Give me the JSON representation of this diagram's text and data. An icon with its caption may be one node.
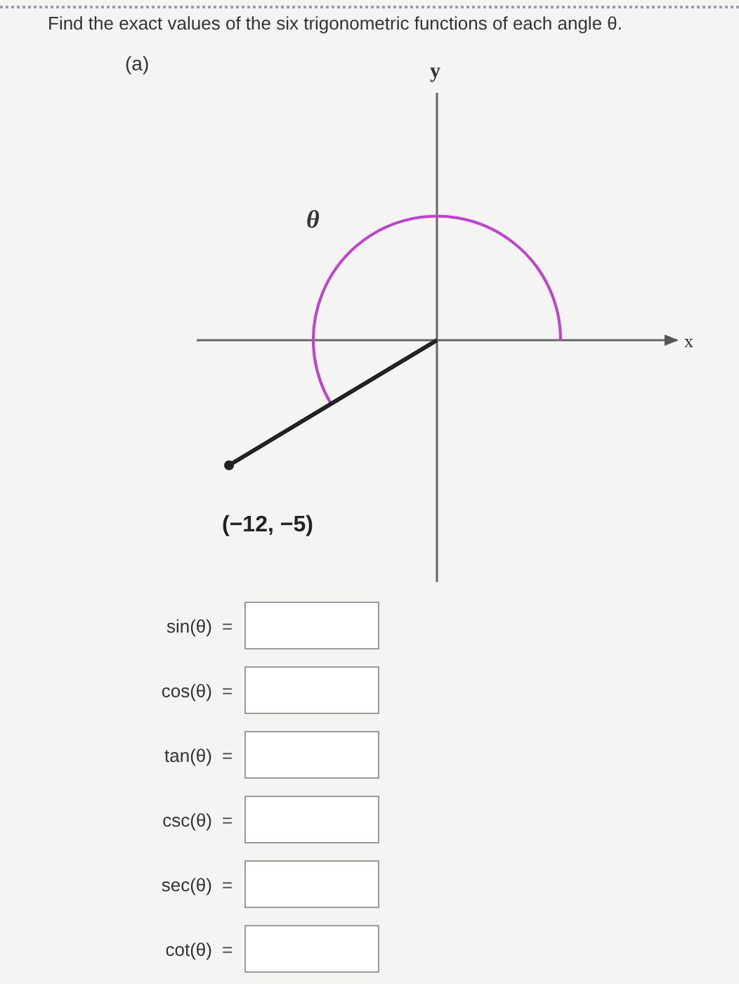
{
  "diagram": {
    "title": "Find the exact values of the six trigonometric functions of each angle θ.",
    "labels": [
      "(a)",
      "y",
      "x",
      "θ",
      "(−12, −5)",
      "sin(θ)",
      "=",
      "cos(θ)",
      "=",
      "tan(θ)",
      "=",
      "csc(θ)",
      "=",
      "sec(θ)",
      "=",
      "cot(θ)",
      "="
    ]
  }
}
